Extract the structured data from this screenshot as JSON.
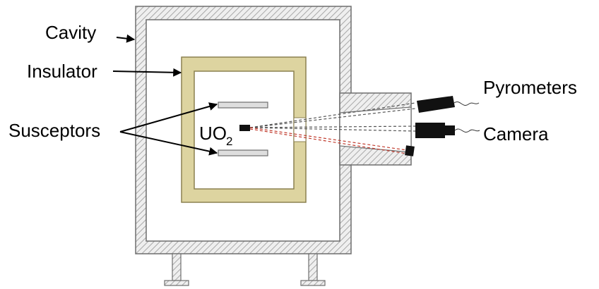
{
  "labels": {
    "cavity": "Cavity",
    "insulator": "Insulator",
    "susceptors": "Susceptors",
    "pyrometers": "Pyrometers",
    "camera": "Camera",
    "sample_main": "UO",
    "sample_sub": "2"
  },
  "colors": {
    "wall_hatch": "#c8c8c8",
    "wall_outline": "#6e6e6e",
    "insulator": "#ddd4a0",
    "insulator_outline": "#8c8150",
    "susceptor": "#dedede",
    "sample": "#111111",
    "beam_gray": "#555555",
    "beam_red": "#c0392b",
    "device": "#111111"
  }
}
